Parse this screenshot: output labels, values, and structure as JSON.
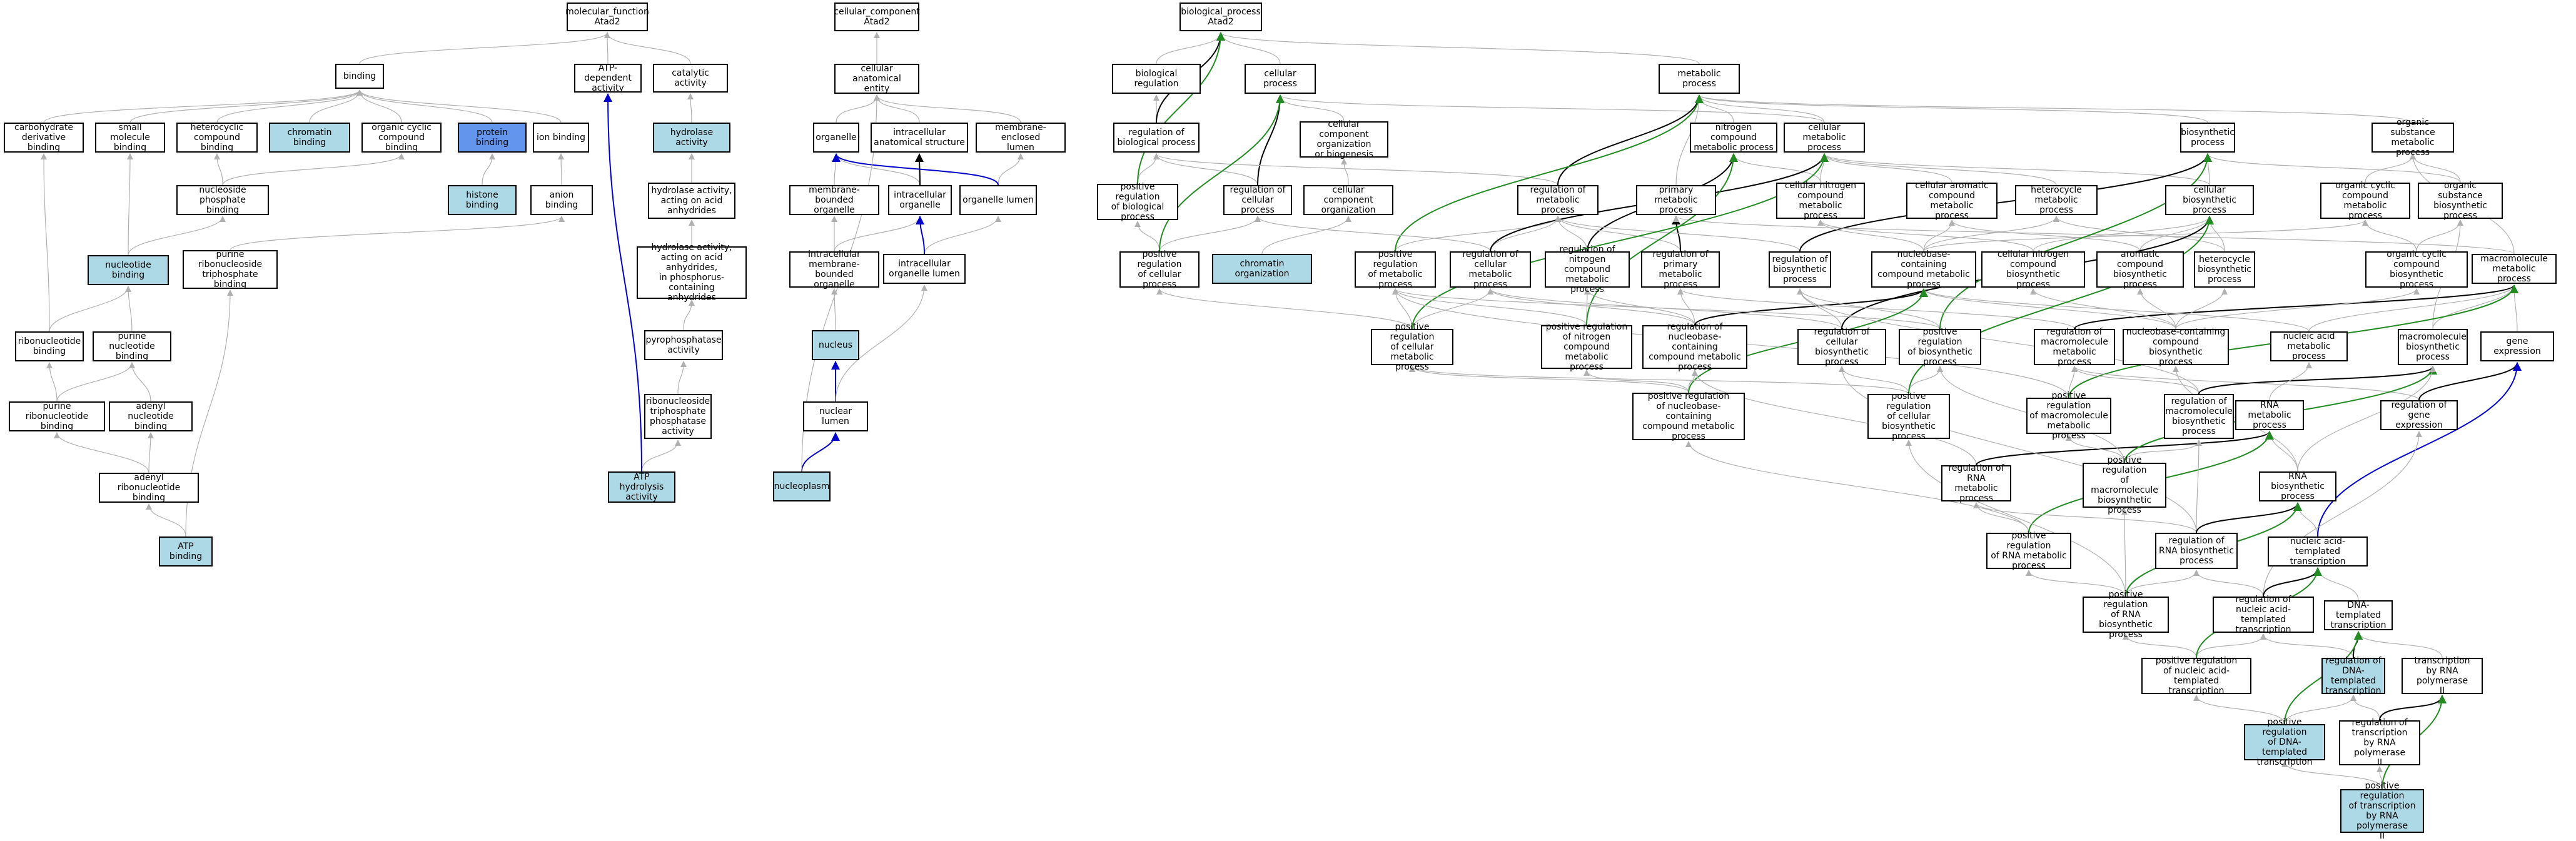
{
  "colors": {
    "is_a_edge": "#b0b0b0",
    "part_of_edge": "#000000",
    "regulates_edge": "#0000cd",
    "positively_regulates_edge": "#228b22",
    "highlight_fill": "#add8e6",
    "strong_highlight_fill": "#6495ed",
    "node_border": "#000000"
  },
  "nodes": {
    "mf_root": "molecular_function\nAtad2",
    "binding": "binding",
    "atp_dependent": "ATP-dependent\nactivity",
    "catalytic": "catalytic activity",
    "carb_deriv": "carbohydrate\nderivative binding",
    "small_mol": "small molecule\nbinding",
    "heterocyclic_cb": "heterocyclic\ncompound binding",
    "chromatin_binding": "chromatin binding",
    "organic_cyclic_cb": "organic cyclic\ncompound binding",
    "protein_binding": "protein binding",
    "ion_binding": "ion binding",
    "hydrolase": "hydrolase activity",
    "nucleoside_phos": "nucleoside phosphate\nbinding",
    "histone_binding": "histone binding",
    "anion_binding": "anion binding",
    "hydrolase_anhydrides": "hydrolase activity,\nacting on acid\nanhydrides",
    "nucleotide_binding": "nucleotide binding",
    "purine_ribonucleoside_tp": "purine ribonucleoside\ntriphosphate\nbinding",
    "hydrolase_phos": "hydrolase activity,\nacting on acid\nanhydrides,\nin phosphorus-containing\nanhydrides",
    "ribonucleotide": "ribonucleotide\nbinding",
    "purine_nucleotide": "purine nucleotide\nbinding",
    "pyrophosphatase": "pyrophosphatase\nactivity",
    "purine_ribonucleotide": "purine ribonucleotide\nbinding",
    "adenyl_nucleotide": "adenyl nucleotide\nbinding",
    "ribonucleoside_tp": "ribonucleoside\ntriphosphate\nphosphatase\nactivity",
    "adenyl_ribonucleotide": "adenyl ribonucleotide\nbinding",
    "atp_hydrolysis": "ATP hydrolysis\nactivity",
    "atp_binding": "ATP binding",
    "cc_root": "cellular_component\nAtad2",
    "cell_anat": "cellular anatomical\nentity",
    "organelle": "organelle",
    "intracellular_anat": "intracellular\nanatomical structure",
    "membrane_enclosed_lumen": "membrane-enclosed\nlumen",
    "membrane_bounded_org": "membrane-bounded\norganelle",
    "intracellular_org": "intracellular\norganelle",
    "organelle_lumen": "organelle lumen",
    "intracellular_mb_org": "intracellular\nmembrane-bounded\norganelle",
    "intracellular_org_lumen": "intracellular\norganelle lumen",
    "nucleus": "nucleus",
    "nuclear_lumen": "nuclear lumen",
    "nucleoplasm": "nucleoplasm",
    "bp_root": "biological_process\nAtad2",
    "bio_reg": "biological regulation",
    "cellular_process": "cellular process",
    "metabolic_process": "metabolic process",
    "reg_bio_process": "regulation of\nbiological process",
    "cc_org_biogenesis": "cellular component\norganization\nor biogenesis",
    "nitrogen_cmp_met": "nitrogen compound\nmetabolic process",
    "cellular_met": "cellular metabolic\nprocess",
    "biosynthetic": "biosynthetic\nprocess",
    "organic_sub_met": "organic substance\nmetabolic process",
    "pos_reg_bio": "positive regulation\nof biological\nprocess",
    "reg_cellular": "regulation of\ncellular process",
    "cc_organization": "cellular component\norganization",
    "reg_metabolic": "regulation of\nmetabolic process",
    "primary_met": "primary metabolic\nprocess",
    "cellular_nitrogen_met": "cellular nitrogen\ncompound metabolic\nprocess",
    "cellular_aromatic_met": "cellular aromatic\ncompound metabolic\nprocess",
    "heterocycle_met": "heterocycle\nmetabolic process",
    "cellular_biosynthetic": "cellular biosynthetic\nprocess",
    "organic_cyclic_met": "organic cyclic\ncompound metabolic\nprocess",
    "organic_sub_bio": "organic substance\nbiosynthetic\nprocess",
    "pos_reg_cellular": "positive regulation\nof cellular\nprocess",
    "chromatin_org": "chromatin organization",
    "pos_reg_metabolic": "positive regulation\nof metabolic\nprocess",
    "reg_cellular_met": "regulation of\ncellular metabolic\nprocess",
    "reg_nitrogen_met": "regulation of\nnitrogen compound\nmetabolic process",
    "reg_primary_met": "regulation of\nprimary metabolic\nprocess",
    "reg_biosynthetic": "regulation of\nbiosynthetic\nprocess",
    "nucleobase_met": "nucleobase-containing\ncompound metabolic\nprocess",
    "cellular_nitrogen_bio": "cellular nitrogen\ncompound biosynthetic\nprocess",
    "aromatic_bio": "aromatic compound\nbiosynthetic\nprocess",
    "heterocycle_bio": "heterocycle\nbiosynthetic\nprocess",
    "organic_cyclic_bio": "organic cyclic\ncompound biosynthetic\nprocess",
    "macromolecule_met": "macromolecule\nmetabolic process",
    "pos_reg_cellular_met": "positive regulation\nof cellular\nmetabolic process",
    "pos_reg_nitrogen_met": "positive regulation\nof nitrogen\ncompound metabolic\nprocess",
    "reg_nucleobase_met": "regulation of\nnucleobase-containing\ncompound metabolic\nprocess",
    "reg_cellular_bio": "regulation of\ncellular biosynthetic\nprocess",
    "pos_reg_biosynthetic": "positive regulation\nof biosynthetic\nprocess",
    "reg_macromolecule_met": "regulation of\nmacromolecule\nmetabolic process",
    "nucleobase_bio": "nucleobase-containing\ncompound biosynthetic\nprocess",
    "nucleic_acid_met": "nucleic acid\nmetabolic process",
    "macromolecule_bio": "macromolecule\nbiosynthetic\nprocess",
    "gene_expression": "gene expression",
    "pos_reg_nucleobase_met": "positive regulation\nof nucleobase-containing\ncompound metabolic\nprocess",
    "pos_reg_cellular_bio": "positive regulation\nof cellular\nbiosynthetic\nprocess",
    "pos_reg_macromolecule_met": "positive regulation\nof macromolecule\nmetabolic process",
    "reg_macromolecule_bio": "regulation of\nmacromolecule\nbiosynthetic\nprocess",
    "rna_met": "RNA metabolic\nprocess",
    "reg_gene_expression": "regulation of\ngene expression",
    "reg_rna_met": "regulation of\nRNA metabolic\nprocess",
    "pos_reg_macromolecule_bio": "positive regulation\nof macromolecule\nbiosynthetic\nprocess",
    "rna_bio": "RNA biosynthetic\nprocess",
    "pos_reg_rna_met": "positive regulation\nof RNA metabolic\nprocess",
    "reg_rna_bio": "regulation of\nRNA biosynthetic\nprocess",
    "nucleic_templated_tx": "nucleic acid-templated\ntranscription",
    "pos_reg_rna_bio": "positive regulation\nof RNA biosynthetic\nprocess",
    "reg_nucleic_tx": "regulation of\nnucleic acid-templated\ntranscription",
    "dna_templated_tx": "DNA-templated\ntranscription",
    "pos_reg_nucleic_tx": "positive regulation\nof nucleic acid-templated\ntranscription",
    "reg_dna_tx": "regulation of\nDNA-templated\ntranscription",
    "tx_rna_pol": "transcription\nby RNA polymerase\nII",
    "pos_reg_dna_tx": "positive regulation\nof DNA-templated\ntranscription",
    "reg_tx_rna_pol": "regulation of\ntranscription\nby RNA polymerase\nII",
    "pos_reg_tx_rna_pol": "positive regulation\nof transcription\nby RNA polymerase\nII"
  }
}
